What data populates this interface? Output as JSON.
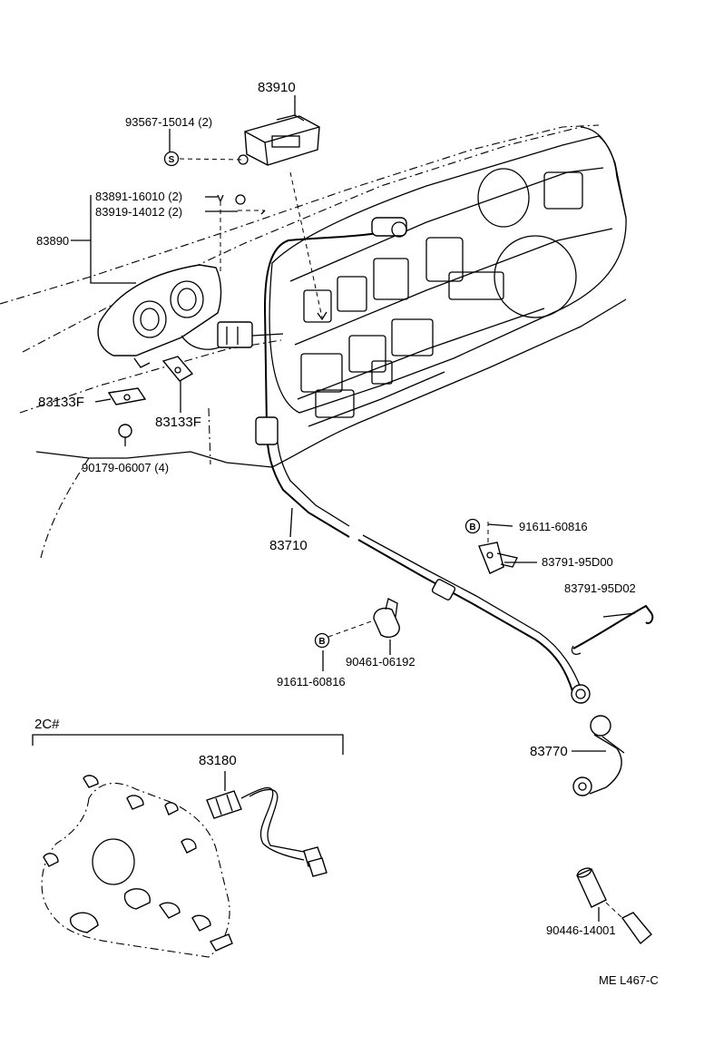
{
  "labels": {
    "p83910": "83910",
    "p93567": "93567-15014 (2)",
    "p83891": "83891-16010 (2)",
    "p83919": "83919-14012 (2)",
    "p83890": "83890",
    "p83133a": "83133F",
    "p83133b": "83133F",
    "p90179": "90179-06007 (4)",
    "p83710": "83710",
    "p91611a": "91611-60816",
    "p83791a": "83791-95D00",
    "p83791b": "83791-95D02",
    "p90461": "90461-06192",
    "p91611b": "91611-60816",
    "p83770": "83770",
    "p83180": "83180",
    "p90446": "90446-14001",
    "section": "2C#",
    "ref": "ME  L467-C"
  },
  "symbols": {
    "s": "S",
    "b": "B"
  },
  "colors": {
    "ink": "#000000",
    "paper": "#ffffff"
  }
}
